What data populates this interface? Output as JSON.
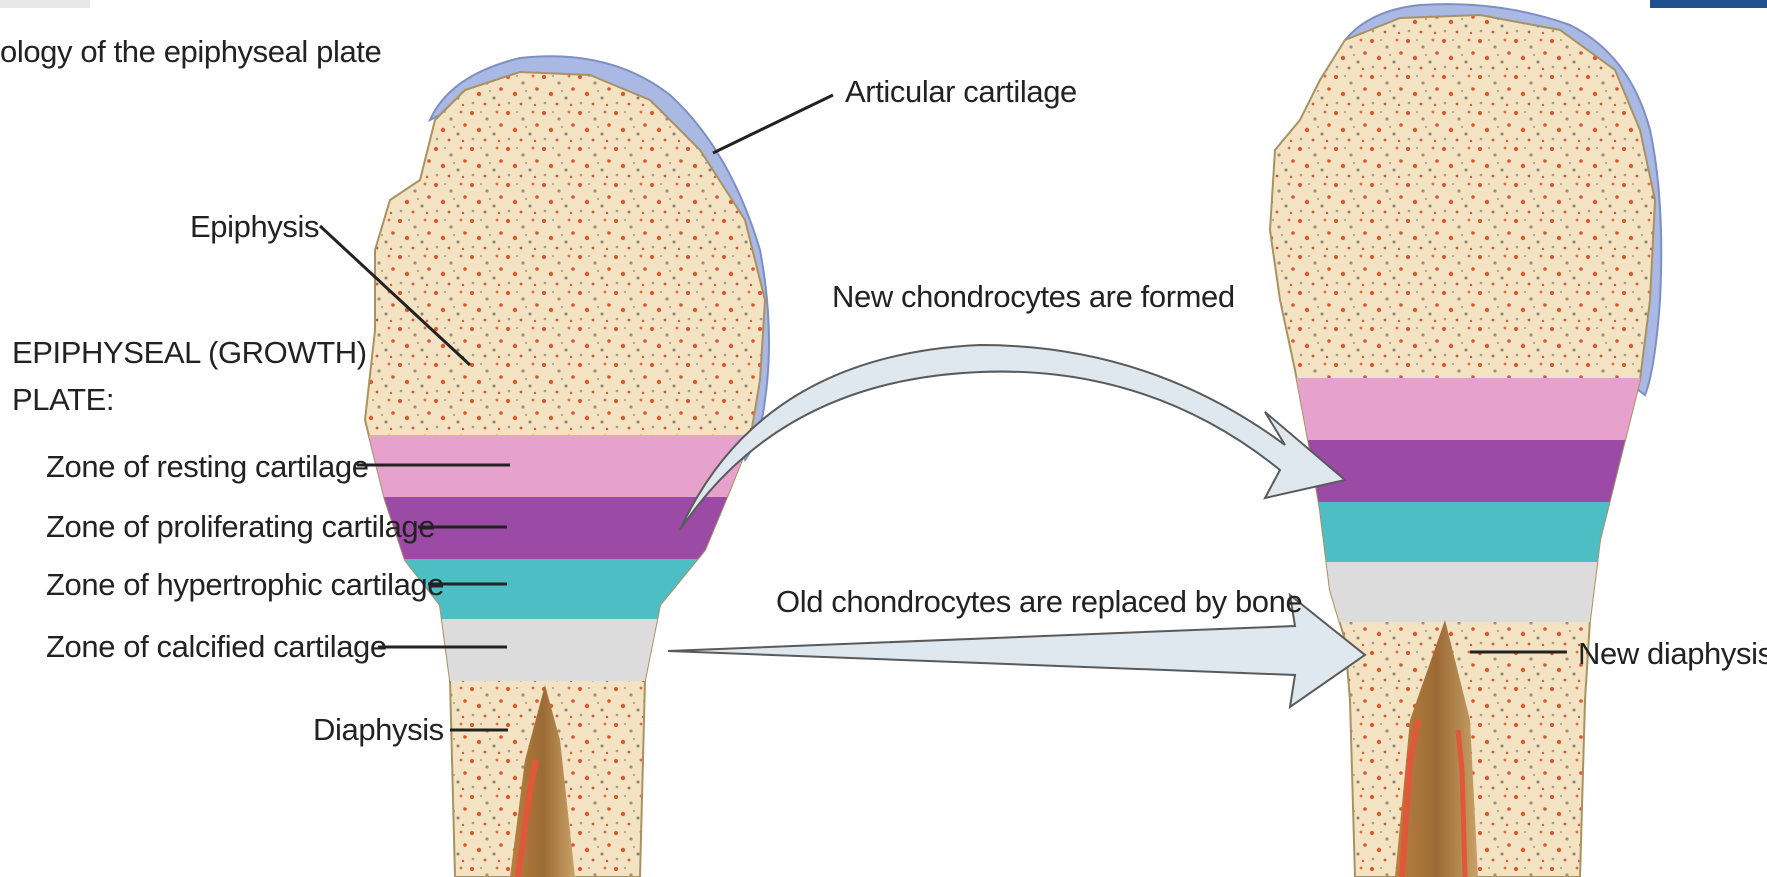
{
  "title": "ology of the epiphyseal plate",
  "labels": {
    "articular_cartilage": "Articular cartilage",
    "epiphysis": "Epiphysis",
    "growth_plate_line1": "EPIPHYSEAL (GROWTH)",
    "growth_plate_line2": "PLATE:",
    "zone_resting": "Zone of resting cartilage",
    "zone_proliferating": "Zone of proliferating cartilage",
    "zone_hypertrophic": "Zone of hypertrophic cartilage",
    "zone_calcified": "Zone of calcified cartilage",
    "diaphysis": "Diaphysis",
    "new_chondrocytes": "New chondrocytes are formed",
    "old_chondrocytes": "Old chondrocytes are replaced by bone",
    "new_diaphysis": "New diaphysis"
  },
  "colors": {
    "bone": "#f3e3c3",
    "articular_cartilage": "#a9b9e3",
    "resting_zone": "#e6a2cc",
    "proliferating_zone": "#9b4aa6",
    "hypertrophic_zone": "#4dbfc4",
    "calcified_zone": "#dcdcdc",
    "marrow_dots": "#d9582f",
    "arrow_fill": "#dfe8ee",
    "accent_bar": "#1f4f8f"
  }
}
